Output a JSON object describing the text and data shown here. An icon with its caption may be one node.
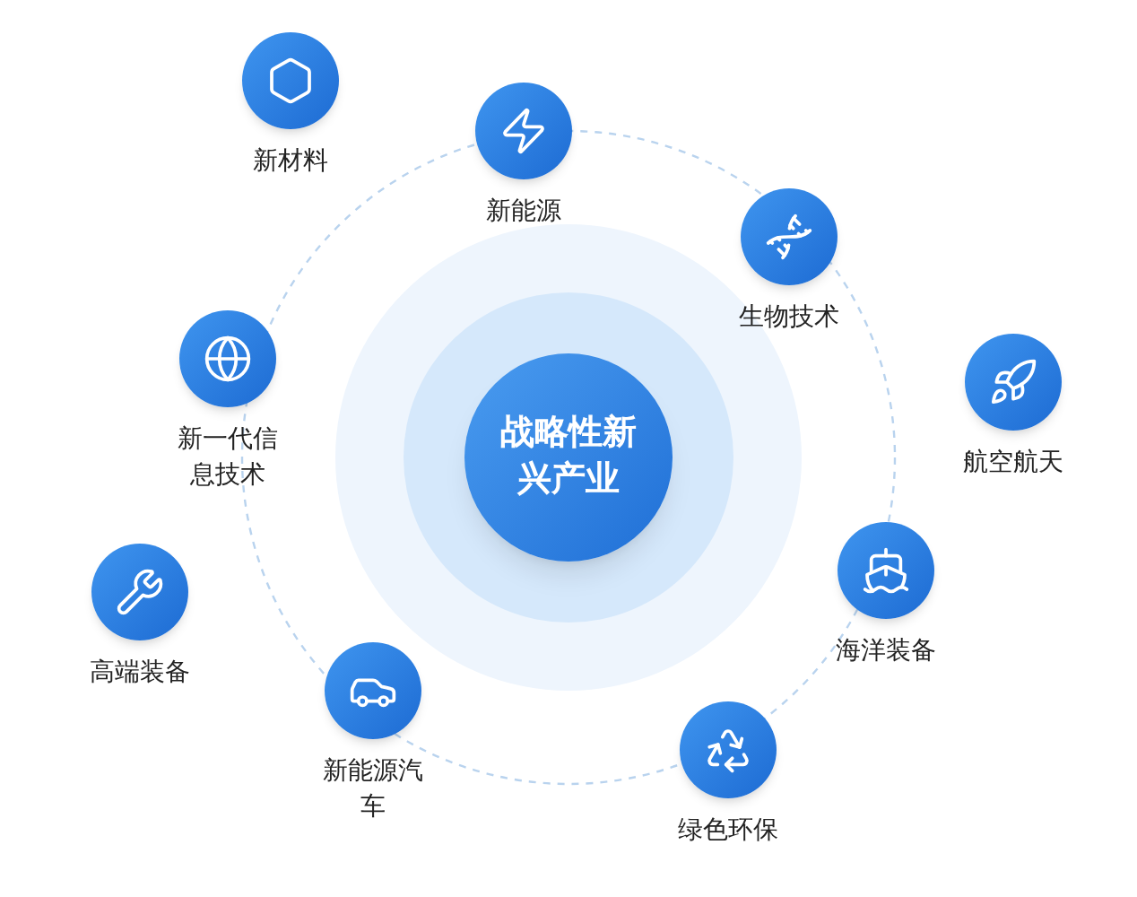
{
  "diagram": {
    "nodes": [
      {
        "text": [
          "战略性新兴产业"
        ]
      },
      {
        "text": [
          "新材料"
        ]
      },
      {
        "text": [
          "新能源"
        ]
      },
      {
        "text": [
          "生物技术"
        ]
      },
      {
        "text": [
          "新一代信息技术"
        ]
      },
      {
        "text": [
          "航空航天"
        ]
      },
      {
        "text": [
          "海洋装备"
        ]
      },
      {
        "text": [
          "高端装备"
        ]
      },
      {
        "text": [
          "新能源汽车"
        ]
      },
      {
        "text": [
          "绿色环保"
        ]
      }
    ]
  }
}
